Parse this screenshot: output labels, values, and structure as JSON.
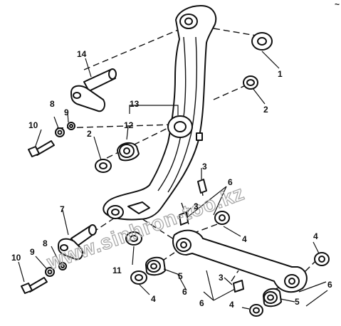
{
  "watermark": "www.sinhron-too.kz",
  "corner_mark": "~",
  "callouts": {
    "c1": "1",
    "c2a": "2",
    "c2b": "2",
    "c3a": "3",
    "c3b": "3",
    "c3c": "3",
    "c4a": "4",
    "c4b": "4",
    "c4c": "4",
    "c4d": "4",
    "c5a": "5",
    "c5b": "5",
    "c6a": "6",
    "c6b": "6",
    "c6c": "6",
    "c6d": "6",
    "c7": "7",
    "c8a": "8",
    "c8b": "8",
    "c9a": "9",
    "c9b": "9",
    "c10a": "10",
    "c10b": "10",
    "c11": "11",
    "c12": "12",
    "c13": "13",
    "c14": "14"
  },
  "colors": {
    "line": "#111111",
    "background": "#ffffff",
    "watermark": "#a9a9a9"
  }
}
